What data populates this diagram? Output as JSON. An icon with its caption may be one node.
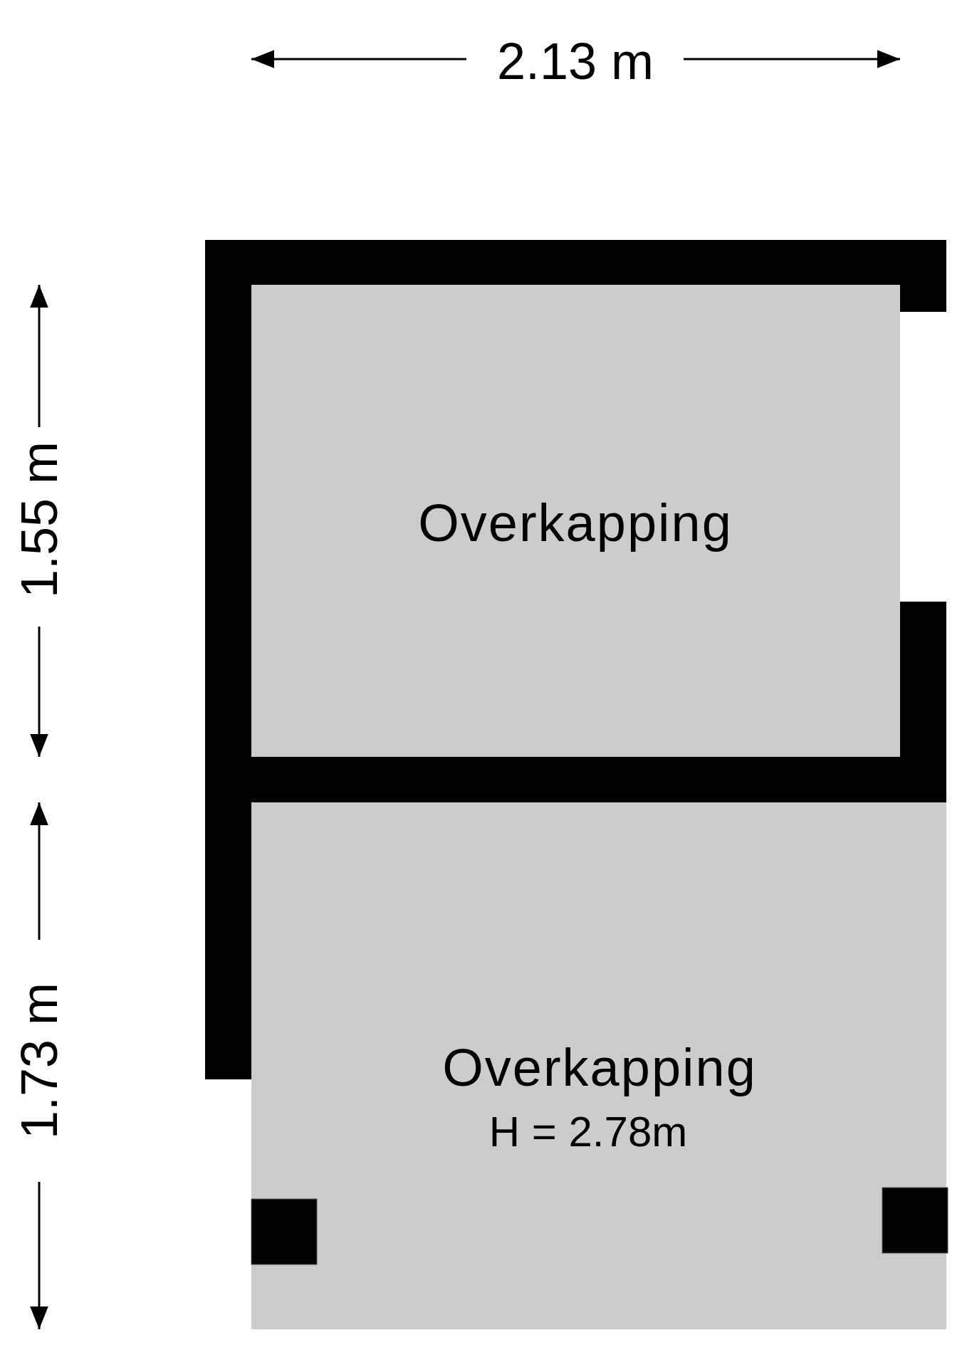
{
  "diagram": {
    "nodes": [
      {
        "text": [
          "Overkapping"
        ]
      },
      {
        "text": [
          "Overkapping",
          "H = 2.78m"
        ]
      }
    ],
    "labels": [
      "2.13 m",
      "1.55 m",
      "1.73 m"
    ]
  }
}
